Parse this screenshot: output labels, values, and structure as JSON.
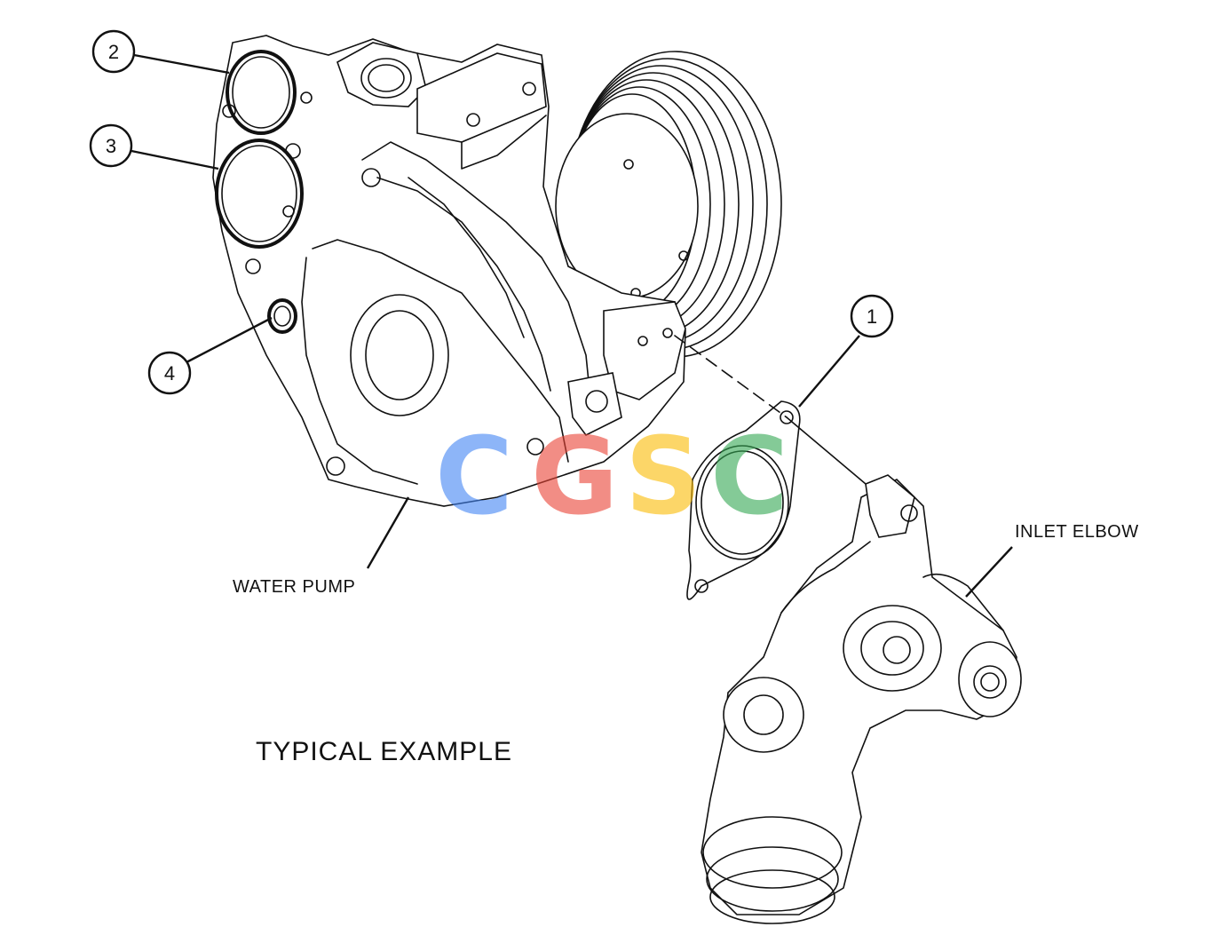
{
  "callouts": [
    "1",
    "2",
    "3",
    "4"
  ],
  "labels": {
    "water_pump": "WATER PUMP",
    "inlet_elbow": "INLET ELBOW",
    "caption": "TYPICAL EXAMPLE"
  },
  "watermark": {
    "letters": [
      "C",
      "G",
      "S",
      "C"
    ],
    "colors": [
      "#4285f4",
      "#ea4335",
      "#fbbc05",
      "#34a853"
    ]
  }
}
